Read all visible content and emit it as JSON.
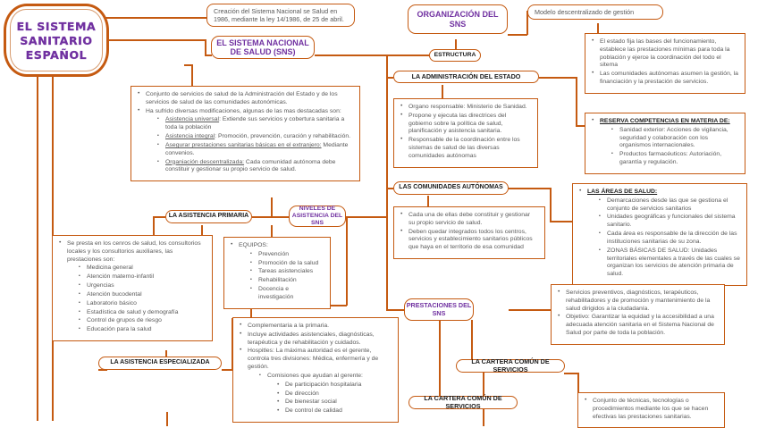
{
  "title": {
    "line1": "EL SISTEMA",
    "line2": "SANITARIO",
    "line3": "ESPAÑOL"
  },
  "notes": {
    "creacion": "Creación del Sistema Nacional se Salud en 1986, mediante la ley 14/1986, de 25 de abril.",
    "modelo": "Modelo descentralizado de gestión"
  },
  "nodes": {
    "sns": "EL SISTEMA NACIONAL DE SALUD (SNS)",
    "organizacion": "ORGANIZACIÓN DEL SNS",
    "estructura": "ESTRUCTURA",
    "administracion_estado": "LA ADMINISTRACIÓN DEL ESTADO",
    "comunidades_autonomas": "LAS COMUNIDADES AUTÓNOMAS",
    "asistencia_primaria": "LA ASISTENCIA PRIMARIA",
    "niveles_asistencia": "NIVELES DE ASISTENCIA DEL SNS",
    "asistencia_especializada": "LA ASISTENCIA ESPECIALIZADA",
    "prestaciones": "PRESTACIONES DEL SNS",
    "cartera_1": "LA CARTERA COMÚN DE SERVICIOS",
    "cartera_2": "LA CARTERA COMÚN DE SERVICIOS"
  },
  "sns_body": {
    "b1": "Conjunto de servicios de salud de la Administración del Estado y de los servicios de salud de las comunidades autonómicas.",
    "b2": "Ha sufrido diversas modificaciones, algunas de las mas destacadas son:",
    "sub": [
      {
        "term": "Asistencia universal",
        "text": ": Extiende sus servicios y cobertura sanitaria a toda la población"
      },
      {
        "term": "Asistencia integral",
        "text": ": Promoción, prevención, curación y rehabilitación."
      },
      {
        "term": "Asegurar prestaciones sanitarias básicas en el extranjero:",
        "text": " Mediante convenios."
      },
      {
        "term": "Organiación descentralizada:",
        "text": " Cada comunidad autónoma debe constituir y gestionar su propio servicio de salud."
      }
    ]
  },
  "estado_competencias": {
    "b1": "El estado fija las bases del funcionamiento, establece las prestaciones mínimas para toda la población y ejerce la coordinación del todo el sitema",
    "b2": "Las comunidades autónomas asumen la gestión, la financiación y la prestación de servicios."
  },
  "admin_estado_body": {
    "b1": "Organo responsable: Ministerio de Sanidad.",
    "b2": "Propone y ejecuta las directrices del gobierno sobre la política de salud, planificación y asistencia sanitaria.",
    "b3": "Responsable de la coordinación entre los sistemas de salud de las diversas comunidades autónomas"
  },
  "reserva": {
    "head": "RESERVA COMPETENCIAS EN MATERIA DE:",
    "items": [
      "Sanidad exterior: Acciones de vigilancia, seguridad y colaboración con los organismos internacionales.",
      "Productos farmacéuticos: Autoriación, garantía y regulación."
    ]
  },
  "ccaa_body": {
    "b1": "Cada una de ellas debe constituir y gestionar su propio servicio de salud.",
    "b2": "Deben quedar integrados todos los centros, servicios y establecimiento sanitarios públicos que haya en el territorio de esa comunidad"
  },
  "areas_salud": {
    "head": "LAS ÁREAS DE SALUD:",
    "items": [
      "Demarcaciones desde las que se gestiona el conjunto de servicios sanitarios",
      "Unidades geográficas y funcionales del sistema sanitario.",
      "Cada área es responsable de la dirección de las instituciones sanitarias de su zona.",
      "ZONAS BÁSICAS DE SALUD: Unidades territoriales elementales a través de las cuales se organizan los servicios de atención primaria de salud."
    ]
  },
  "primaria_body": {
    "intro": "Se presta en los cenros de salud, los consultorios locales y los consultorios auxiliares, las prestaciones son:",
    "items": [
      "Medicina general",
      "Atención materno-infantil",
      "Urgencias",
      "Atención bucodental",
      "Laboratorio básico",
      "Estadística de salud y demografía",
      "Control de grupos de riesgo",
      "Educación para la salud"
    ]
  },
  "equipos_body": {
    "head": "EQUIPOS:",
    "items": [
      "Prevención",
      "Promoción de la salud",
      "Tareas asistenciales",
      "Rehabilitación",
      "Docencia e investigación"
    ]
  },
  "especializada_body": {
    "b1": "Complementaria a la primaria.",
    "b2": "Incluye actividades asistenciales, diagnósticas, terapéutica y de rehabilitación y cuidados.",
    "b3": "Hospitles: La máxima autoridad es el gerente, controla tres divisiones: Médica, enfermería y de gestión.",
    "sub_head": "Comisiones que ayudan al gerente:",
    "sub_items": [
      "De participación hospitalaria",
      "De dirección",
      "De bienestar social",
      "De control de calidad"
    ]
  },
  "prestaciones_body": {
    "b1": "Servicios preventivos, diagnósticos, terapéuticos, rehabilitadores y de promoción y mantenimiento de la salud dirigidos a la ciudadanía.",
    "b2": "Objetivo: Garantizar la equidad y la accesibilidad a una adecuada atención sanitaria en el Sistema Nacional de Salud por parte de toda la población."
  },
  "cartera_body": {
    "b1": "Conjunto de técnicas, tecnologías o procedimientos mediante los que se hacen efectivas las prestaciones sanitarias."
  },
  "colors": {
    "accent": "#C55A11",
    "heading": "#7030A0",
    "text": "#595959"
  }
}
